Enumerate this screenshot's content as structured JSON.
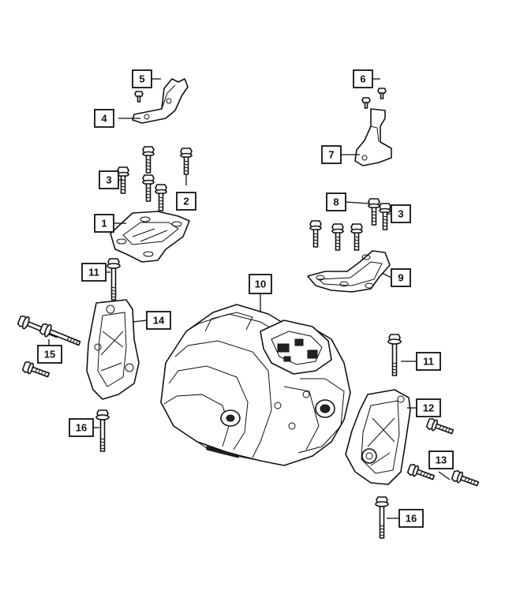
{
  "callouts": [
    {
      "id": "c1",
      "text": "1"
    },
    {
      "id": "c2",
      "text": "2"
    },
    {
      "id": "c3a",
      "text": "3"
    },
    {
      "id": "c3b",
      "text": "3"
    },
    {
      "id": "c4",
      "text": "4"
    },
    {
      "id": "c5",
      "text": "5"
    },
    {
      "id": "c6",
      "text": "6"
    },
    {
      "id": "c7",
      "text": "7"
    },
    {
      "id": "c8",
      "text": "8"
    },
    {
      "id": "c9",
      "text": "9"
    },
    {
      "id": "c10",
      "text": "10"
    },
    {
      "id": "c11a",
      "text": "11"
    },
    {
      "id": "c11b",
      "text": "11"
    },
    {
      "id": "c12",
      "text": "12"
    },
    {
      "id": "c13",
      "text": "13"
    },
    {
      "id": "c14",
      "text": "14"
    },
    {
      "id": "c15",
      "text": "15"
    },
    {
      "id": "c16a",
      "text": "16"
    },
    {
      "id": "c16b",
      "text": "16"
    }
  ]
}
